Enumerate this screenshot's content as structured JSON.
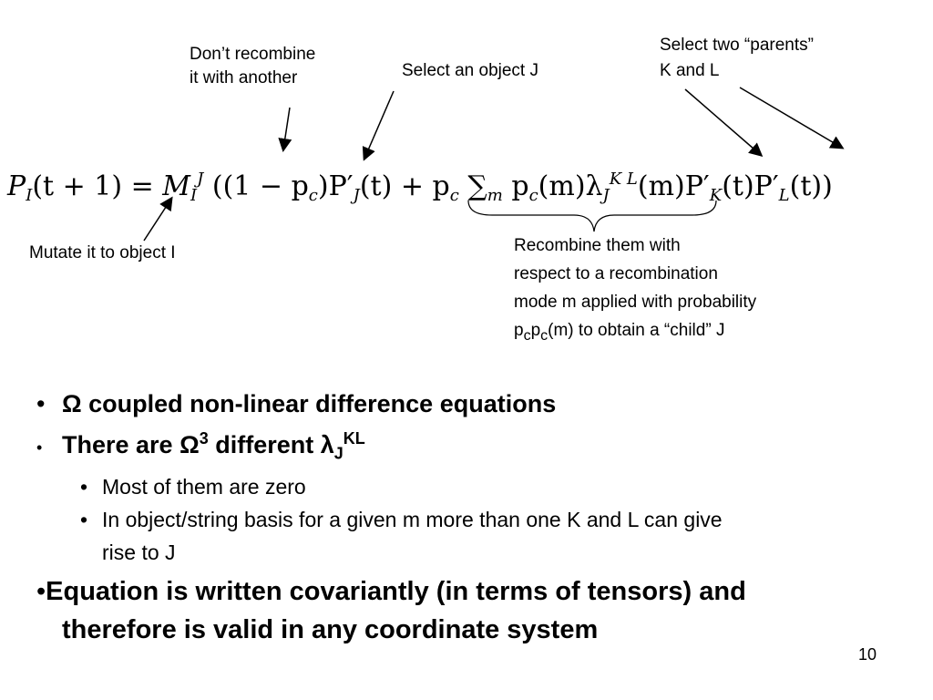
{
  "annotations": {
    "dont_recombine": [
      "Don’t recombine",
      "it with another"
    ],
    "select_j": "Select an object J",
    "select_parents": [
      "Select two “parents”",
      "K and L"
    ],
    "mutate": "Mutate it to object I",
    "recombine": [
      "Recombine them with",
      "respect to a recombination",
      "mode m applied with probability"
    ],
    "recombine_last": {
      "p1": "p",
      "s1": "c",
      "p2": "p",
      "s2": "c",
      "rest": "(m) to obtain a “child” J"
    }
  },
  "equation": {
    "lhs": "P",
    "lhs_sub": "I",
    "lhs_arg": "(t + 1) = ",
    "m": "M",
    "m_sub": "I",
    "m_sup": "J",
    "term1": " ((1 − p",
    "pc_sub": "c",
    "term1_close": ")P′",
    "pj_sub": "J",
    "term1_arg": "(t) + p",
    "pc2_sub": "c",
    "sum": " ∑",
    "sum_sub": "m",
    "pcm": " p",
    "pcm_sub": "c",
    "lambda": "(m)λ",
    "lambda_sub": "J",
    "lambda_sup": "K L",
    "tail": "(m)P′",
    "pk_sub": "K",
    "pk_arg": "(t)P′",
    "pl_sub": "L",
    "end": "(t))"
  },
  "bullets": {
    "b1": "Ω coupled non-linear difference equations",
    "b2_pre": "There are Ω",
    "b2_sup": "3",
    "b2_mid": " different  λ",
    "b2_sub": "J",
    "b2_sup2": "KL",
    "sub1": "Most of them are zero",
    "sub2_line1": "In object/string basis for a given m more than one K and L can give",
    "sub2_line2": "rise to J",
    "b3_line1": "Equation is written covariantly (in terms of tensors) and",
    "b3_line2": "therefore is valid in any coordinate system",
    "dot": "•"
  },
  "page_number": "10"
}
